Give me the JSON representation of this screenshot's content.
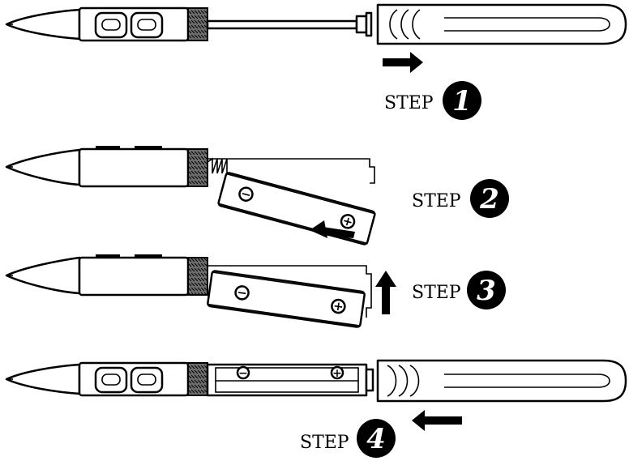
{
  "colors": {
    "ink": "#000000",
    "paper": "#ffffff",
    "thread": "#7a7a7a"
  },
  "steps": [
    {
      "label": "STEP",
      "number": "1",
      "arrow": "right"
    },
    {
      "label": "STEP",
      "number": "2",
      "arrow": "left"
    },
    {
      "label": "STEP",
      "number": "3",
      "arrow": "up"
    },
    {
      "label": "STEP",
      "number": "4",
      "arrow": "left"
    }
  ],
  "battery": {
    "negative_sign": "−",
    "positive_sign": "+"
  }
}
